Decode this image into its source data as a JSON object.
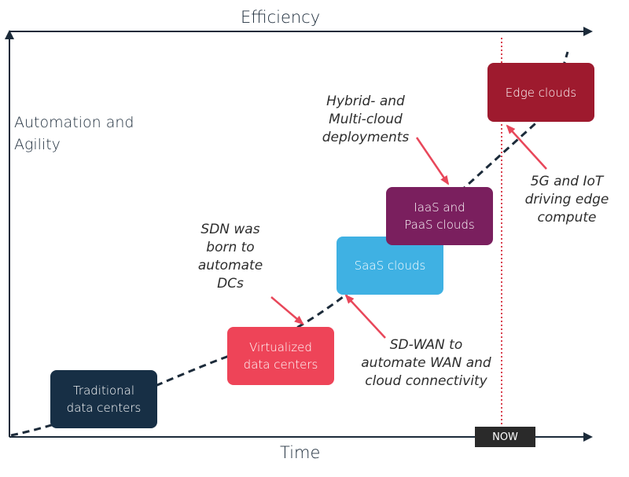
{
  "axes": {
    "x_title": "Time",
    "top_title": "Efficiency",
    "y_title_line1": "Automation and",
    "y_title_line2": "Agility"
  },
  "now_label": "NOW",
  "stages": [
    {
      "id": "traditional",
      "line1": "Traditional",
      "line2": "data centers",
      "color": "#172f45"
    },
    {
      "id": "virtualized",
      "line1": "Virtualized",
      "line2": "data centers",
      "color": "#ee4458"
    },
    {
      "id": "saas",
      "line1": "SaaS clouds",
      "line2": "",
      "color": "#3fb1e3"
    },
    {
      "id": "iaas-paas",
      "line1": "IaaS and",
      "line2": "PaaS clouds",
      "color": "#7a1f5e"
    },
    {
      "id": "edge",
      "line1": "Edge clouds",
      "line2": "",
      "color": "#9e1a2e"
    }
  ],
  "annotations": {
    "sdn": [
      "SDN was",
      "born to",
      "automate",
      "DCs"
    ],
    "sdwan": [
      "SD-WAN to",
      "automate WAN and",
      "cloud connectivity"
    ],
    "hybrid": [
      "Hybrid- and",
      "Multi-cloud",
      "deployments"
    ],
    "iot": [
      "5G and IoT",
      "driving edge",
      "compute"
    ]
  },
  "colors": {
    "axis": "#1c2b3a",
    "arrow": "#e8475a",
    "now_line": "#d9414f",
    "trend": "#1c2b3a"
  }
}
